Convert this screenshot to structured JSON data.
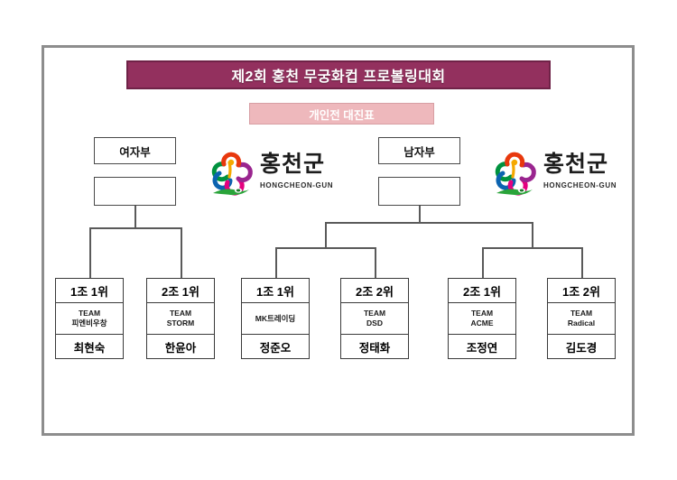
{
  "document": {
    "title": "제2회 홍천 무궁화컵 프로볼링대회",
    "subtitle": "개인전 대진표"
  },
  "colors": {
    "title_bar": "#93305e",
    "title_bar_border": "#6f2247",
    "title_text": "#ffffff",
    "subtitle_bar": "#eeb8bc",
    "subtitle_text": "#ffffff",
    "frame_border": "#8d8d8d",
    "box_border": "#3a3a3a",
    "line": "#5a5a5a",
    "page_background": "#ffffff"
  },
  "logos": [
    {
      "name": "hongcheon-gun-logo-left",
      "korean": "홍천군",
      "english": "HONGCHEON-GUN"
    },
    {
      "name": "hongcheon-gun-logo-right",
      "korean": "홍천군",
      "english": "HONGCHEON-GUN"
    }
  ],
  "divisions": [
    {
      "id": "womens",
      "label": "여자부",
      "winner_slot": "",
      "final_slot": ""
    },
    {
      "id": "mens",
      "label": "남자부",
      "winner_slot": "",
      "final_slot": ""
    }
  ],
  "competitors": [
    {
      "rank": "1조 1위",
      "team_line1": "TEAM",
      "team_line2": "피엔비우창",
      "player": "최현숙",
      "division": "여자부"
    },
    {
      "rank": "2조 1위",
      "team_line1": "TEAM",
      "team_line2": "STORM",
      "player": "한윤아",
      "division": "여자부"
    },
    {
      "rank": "1조 1위",
      "team_line1": "MK트레이딩",
      "team_line2": "",
      "player": "정준오",
      "division": "남자부"
    },
    {
      "rank": "2조 2위",
      "team_line1": "TEAM",
      "team_line2": "DSD",
      "player": "정태화",
      "division": "남자부"
    },
    {
      "rank": "2조 1위",
      "team_line1": "TEAM",
      "team_line2": "ACME",
      "player": "조정연",
      "division": "남자부"
    },
    {
      "rank": "1조 2위",
      "team_line1": "TEAM",
      "team_line2": "Radical",
      "player": "김도경",
      "division": "남자부"
    }
  ]
}
